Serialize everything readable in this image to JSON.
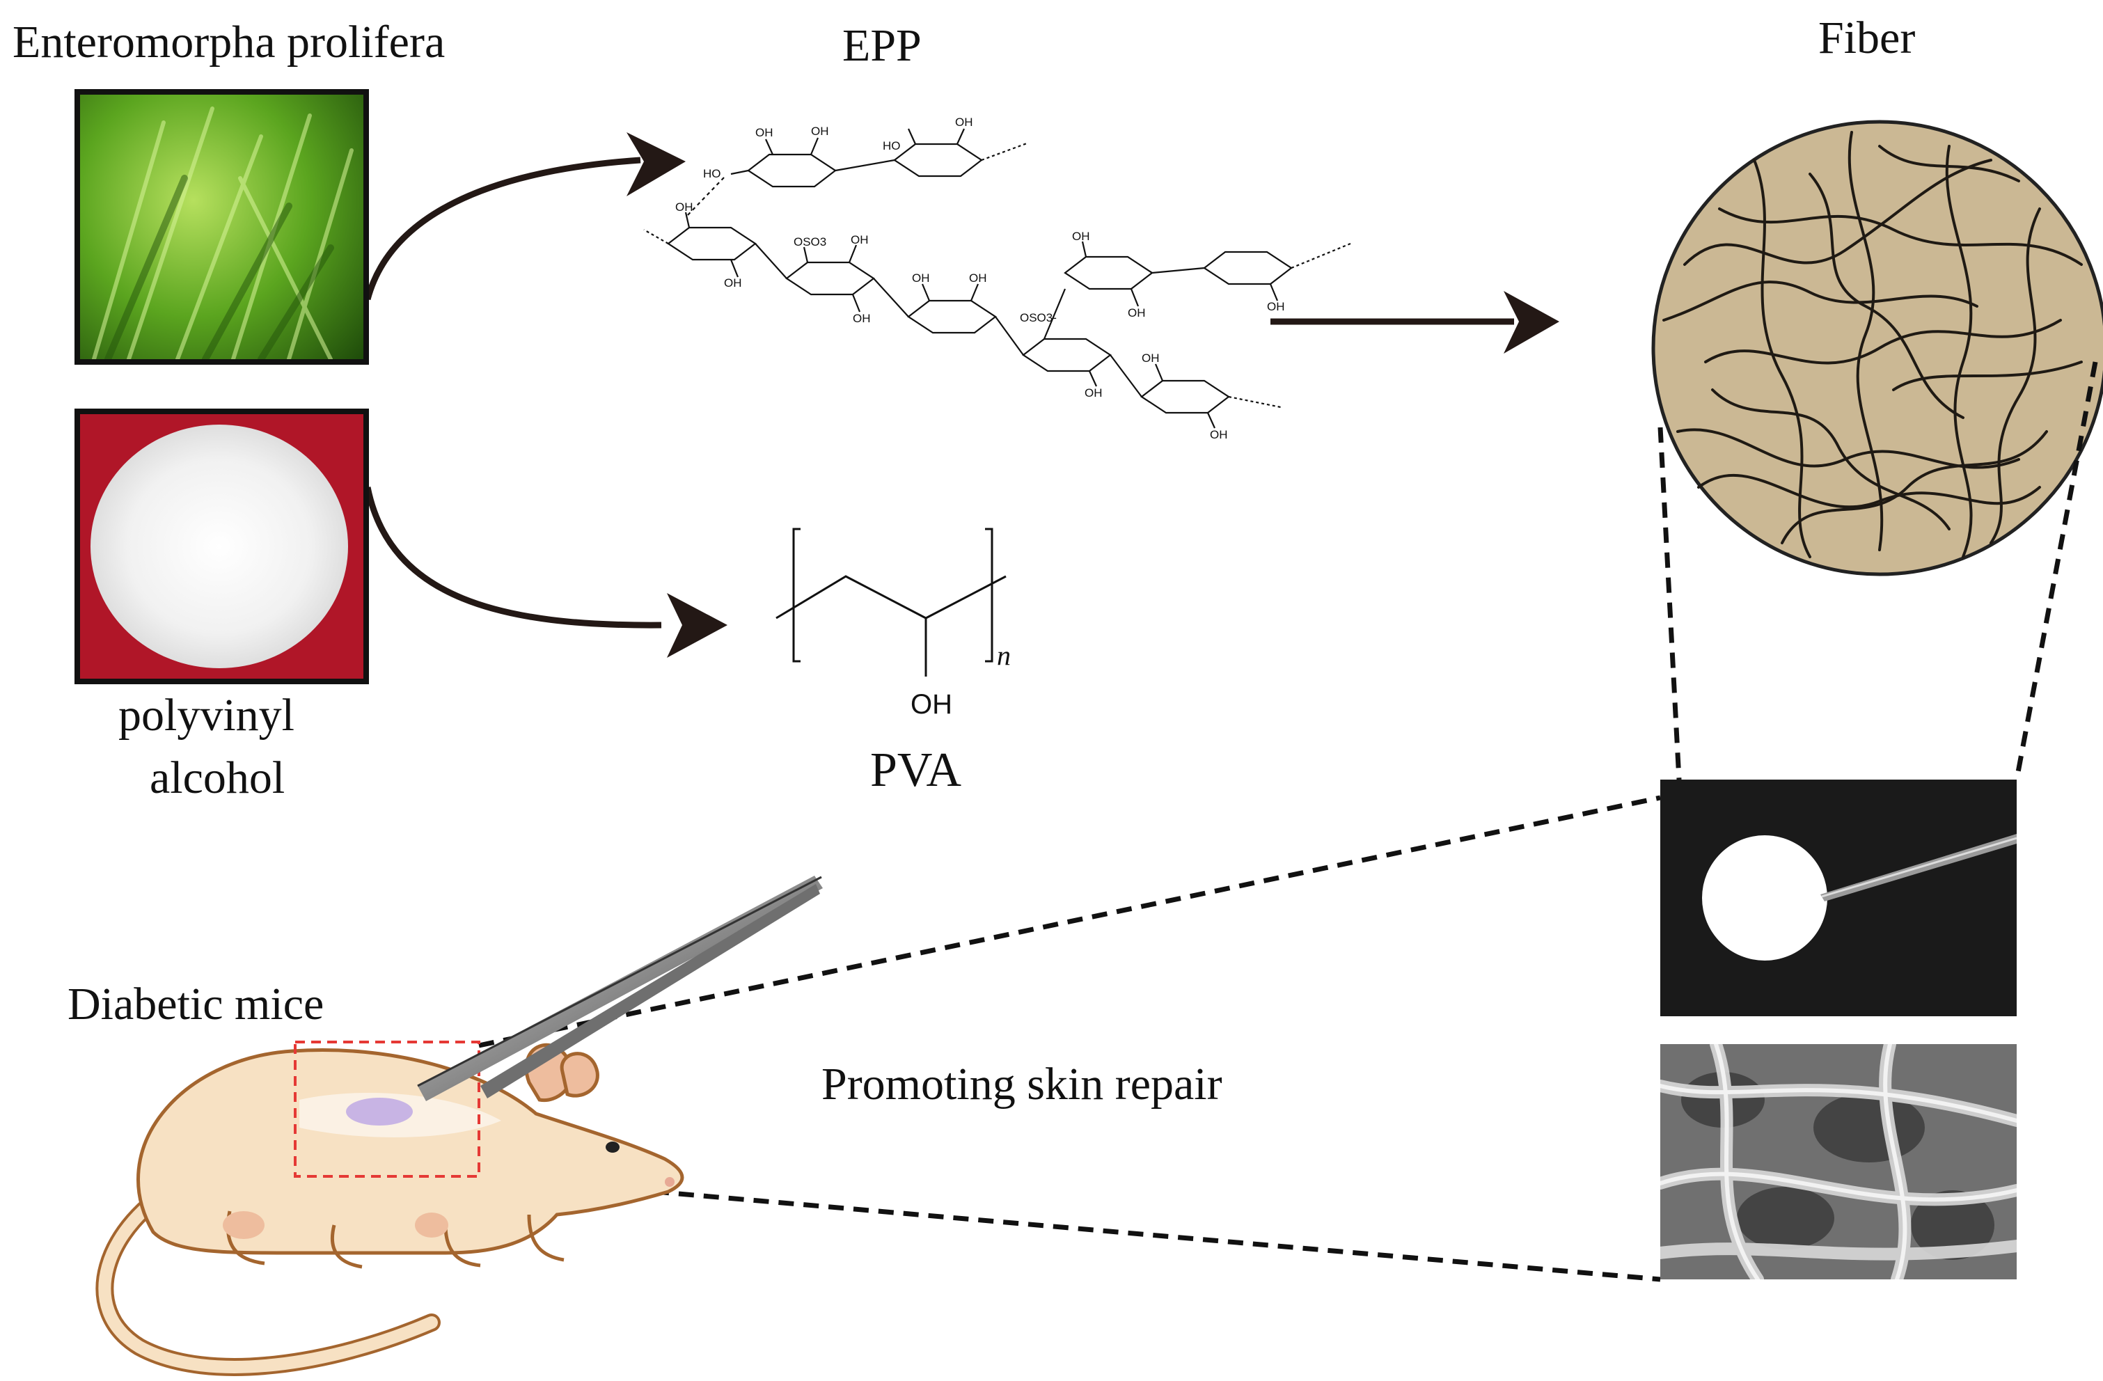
{
  "labels": {
    "enteromorpha": "Enteromorpha prolifera",
    "epp": "EPP",
    "fiber": "Fiber",
    "polyvinyl_line1": "polyvinyl",
    "polyvinyl_line2": "alcohol",
    "pva": "PVA",
    "pva_oh": "OH",
    "pva_n": "n",
    "diabetic_mice": "Diabetic mice",
    "promoting": "Promoting skin repair"
  },
  "chem_labels": {
    "oh": "OH",
    "ho": "HO",
    "oso3": "OSO3",
    "oso3_minus": "OSO3-"
  },
  "colors": {
    "algae_green": "#4f9a1c",
    "pva_background": "#b01628",
    "fiber_disk": "#cbb894",
    "mouse_body": "#f7e1c3",
    "mouse_outline": "#a4652e",
    "mouse_pink": "#eebd9e",
    "wound": "#c8b4e4",
    "selection_box": "#e53935",
    "arrow": "#231815"
  }
}
